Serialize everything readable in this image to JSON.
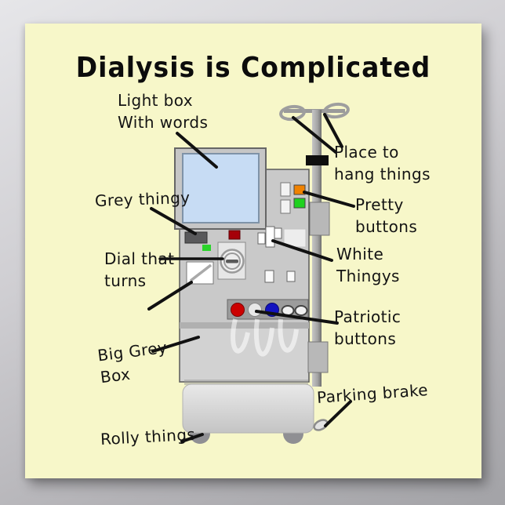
{
  "poster": {
    "title": "Dialysis is Complicated",
    "background_color": "#f7f7c9",
    "labels": {
      "light_box": "Light box\nWith words",
      "grey_thingy": "Grey thingy",
      "dial_that_turns": "Dial that\nturns",
      "big_grey_box": "Big Grey\nBox",
      "rolly_things": "Rolly things",
      "place_to_hang": "Place to\nhang things",
      "pretty_buttons": "Pretty\nbuttons",
      "white_thingys": "White\nThingys",
      "patriotic_buttons": "Patriotic\nbuttons",
      "parking_brake": "Parking brake"
    },
    "machine": {
      "screen_color": "#c7dcf4",
      "body_color": "#c9c9c9",
      "pretty_button_colors": [
        "#f08200",
        "#1fd11f"
      ],
      "patriotic_button_colors": [
        "#cc0000",
        "#e8e8e8",
        "#1212c0"
      ],
      "indicator_colors": {
        "red": "#a50009",
        "green": "#2ad42a"
      }
    }
  }
}
